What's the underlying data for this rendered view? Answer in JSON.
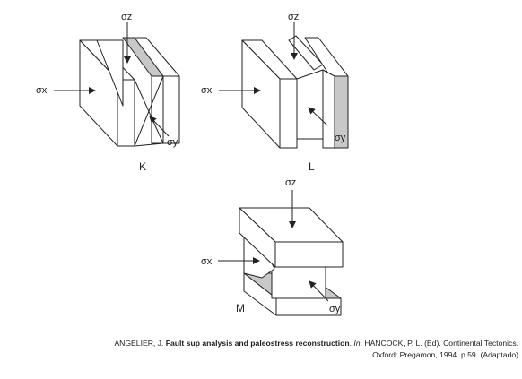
{
  "diagrams": {
    "K": {
      "label": "K",
      "sigma_z": "σz",
      "sigma_x": "σx",
      "sigma_y": "σy"
    },
    "L": {
      "label": "L",
      "sigma_z": "σz",
      "sigma_x": "σx",
      "sigma_y": "σy"
    },
    "M": {
      "label": "M",
      "sigma_z": "σz",
      "sigma_x": "σx",
      "sigma_y": "σy"
    }
  },
  "caption": {
    "author": "ANGELIER, J.",
    "title": "Fault sup analysis and paleostress reconstruction",
    "in_label": "In",
    "editor": ": HANCOCK, P. L. (Ed). Continental Tectonics.",
    "line2": "Oxford: Pregamon, 1994. p.59. (Adaptado)"
  }
}
